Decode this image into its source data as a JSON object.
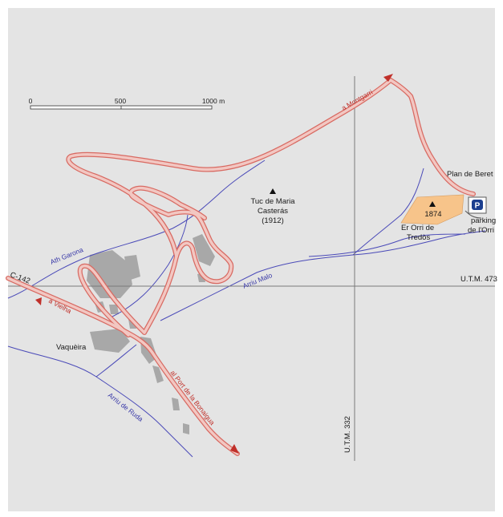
{
  "scale": {
    "ticks": [
      "0",
      "500",
      "1000 m"
    ]
  },
  "labels": {
    "peak_name_1": "Tuc de Maria",
    "peak_name_2": "Casterás",
    "peak_elev": "(1912)",
    "plan_de_beret": "Plan de Beret",
    "orri_elev": "1874",
    "orri_name_1": "Er Orri de",
    "orri_name_2": "Tredòs",
    "parking_1": "parking",
    "parking_2": "de l'Orri",
    "parking_symbol": "P",
    "vaqueira": "Vaquèira",
    "utm_horizontal": "U.T.M. 473",
    "utm_vertical": "U.T.M. 332"
  },
  "roads": {
    "montgarri": "a Montgarri",
    "c142": "C-142",
    "vielha": "a Vielha",
    "bonaigua": "al Port de la Bonaigua"
  },
  "rivers": {
    "garona": "Ath Garona",
    "malo": "Arriu Malo",
    "ruda": "Arriu de Ruda"
  },
  "colors": {
    "paper": "#e4e4e4",
    "road_fill": "#f2c7c2",
    "road_edge": "#d86a62",
    "river": "#4a4ab8",
    "grid": "#7a7a7a",
    "built": "#a8a8a8",
    "orri_zone": "#f7c48a",
    "parking_blue": "#1c3f8f"
  }
}
